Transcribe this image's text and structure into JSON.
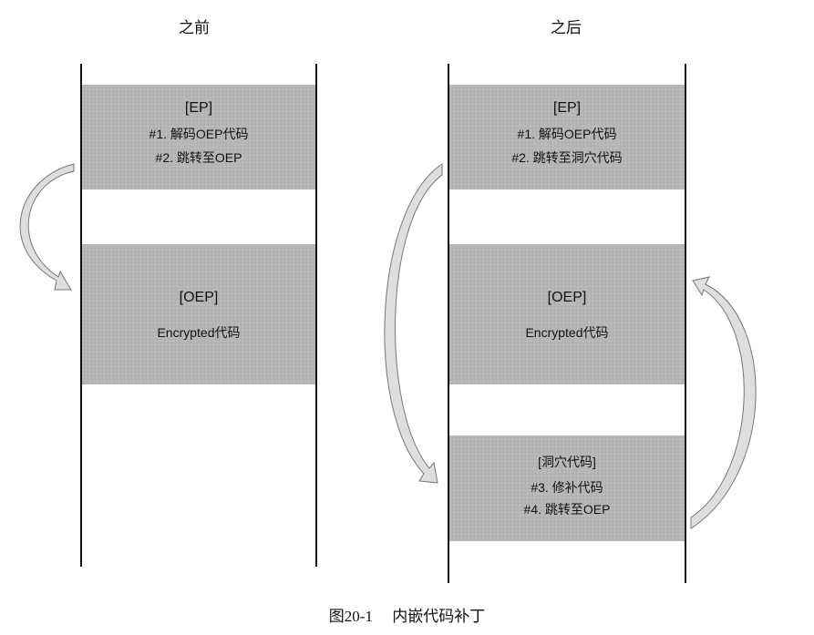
{
  "before": {
    "title": "之前",
    "ep_box": {
      "header": "[EP]",
      "line1": "#1. 解码OEP代码",
      "line2": "#2. 跳转至OEP"
    },
    "oep_box": {
      "header": "[OEP]",
      "line1": "Encrypted代码"
    }
  },
  "after": {
    "title": "之后",
    "ep_box": {
      "header": "[EP]",
      "line1": "#1. 解码OEP代码",
      "line2": "#2. 跳转至洞穴代码"
    },
    "oep_box": {
      "header": "[OEP]",
      "line1": "Encrypted代码"
    },
    "cave_box": {
      "header": "[洞穴代码]",
      "line1": "#3. 修补代码",
      "line2": "#4. 跳转至OEP"
    }
  },
  "caption": "图20-1　 内嵌代码补丁",
  "colors": {
    "box": "#b4b4b4",
    "arrow": "#d9d9d9"
  }
}
